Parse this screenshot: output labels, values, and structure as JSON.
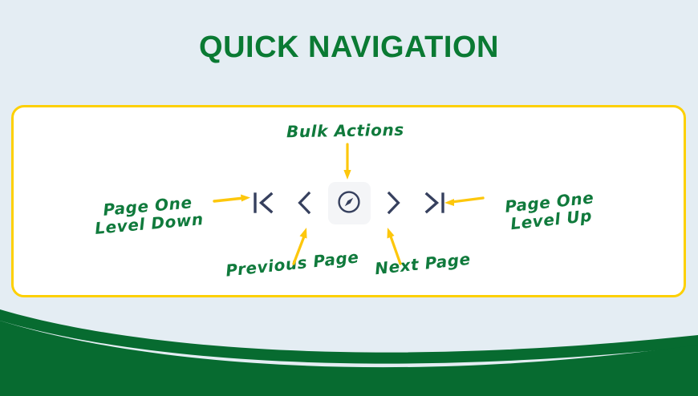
{
  "slide": {
    "title": "QUICK NAVIGATION",
    "background_color": "#e4edf3",
    "title_color": "#0a7a33",
    "card_border_color": "#fdd000",
    "card_background": "#ffffff",
    "annotation_color": "#107a3c",
    "arrow_color": "#fdc70c",
    "icon_color": "#36405e",
    "wave_color": "#076b30"
  },
  "toolbar": {
    "buttons": [
      {
        "name": "first-page",
        "icon": "first-page-icon",
        "tooltip": "Page One Level Down"
      },
      {
        "name": "previous-page",
        "icon": "chevron-left-icon",
        "tooltip": "Previous Page"
      },
      {
        "name": "bulk-actions",
        "icon": "compass-icon",
        "tooltip": "Bulk Actions"
      },
      {
        "name": "next-page",
        "icon": "chevron-right-icon",
        "tooltip": "Next Page"
      },
      {
        "name": "last-page",
        "icon": "last-page-icon",
        "tooltip": "Page One Level Up"
      }
    ]
  },
  "annotations": {
    "page_one_level_down": "Page One Level Down",
    "bulk_actions": "Bulk Actions",
    "page_one_level_up": "Page One Level Up",
    "previous_page": "Previous Page",
    "next_page": "Next Page"
  }
}
